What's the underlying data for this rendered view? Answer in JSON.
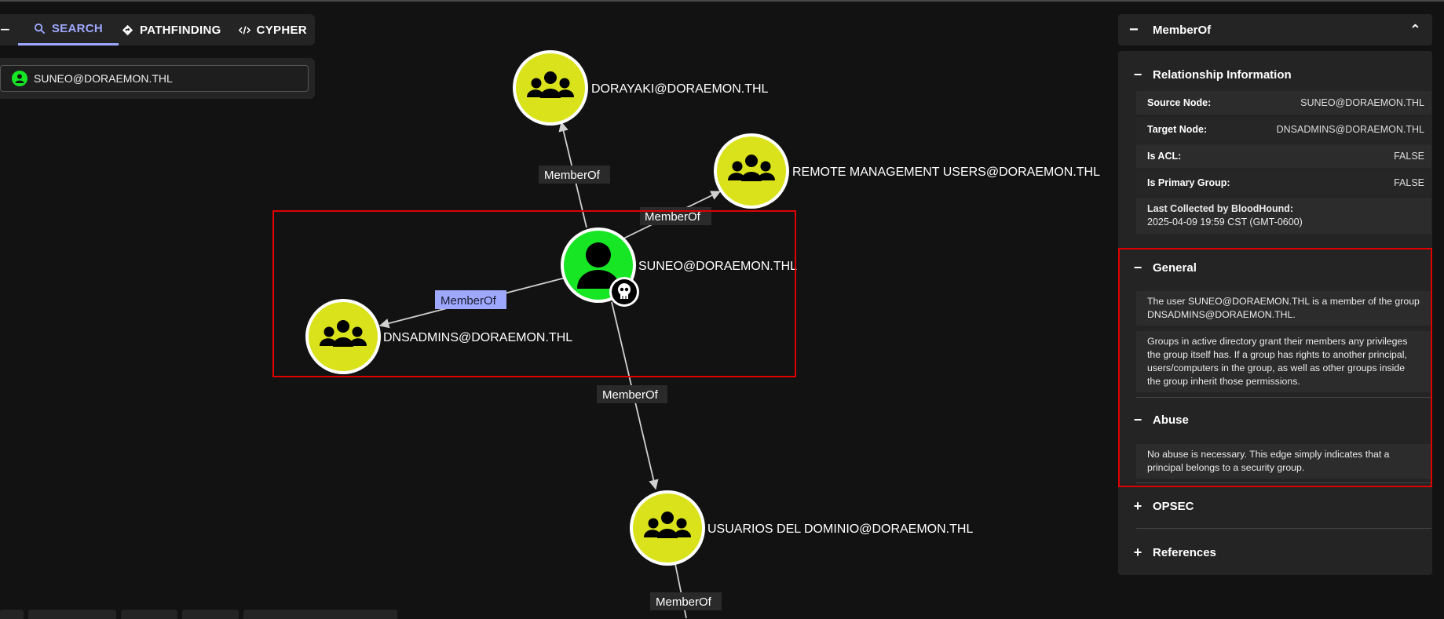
{
  "tabs": {
    "collapse": "−",
    "search": "SEARCH",
    "pathfinding": "PATHFINDING",
    "cypher": "CYPHER"
  },
  "search": {
    "value": "SUNEO@DORAEMON.THL"
  },
  "graph": {
    "nodes": {
      "suneo": "SUNEO@DORAEMON.THL",
      "dorayaki": "DORAYAKI@DORAEMON.THL",
      "remote": "REMOTE MANAGEMENT USERS@DORAEMON.THL",
      "dnsadmins": "DNSADMINS@DORAEMON.THL",
      "usuarios": "USUARIOS DEL DOMINIO@DORAEMON.THL"
    },
    "edges": {
      "to_dorayaki": "MemberOf",
      "to_remote": "MemberOf",
      "to_dnsadmins": "MemberOf",
      "to_usuarios": "MemberOf",
      "from_usuarios": "MemberOf"
    }
  },
  "panel": {
    "title": "MemberOf",
    "relationship": {
      "heading": "Relationship Information",
      "source_key": "Source Node:",
      "source_val": "SUNEO@DORAEMON.THL",
      "target_key": "Target Node:",
      "target_val": "DNSADMINS@DORAEMON.THL",
      "acl_key": "Is ACL:",
      "acl_val": "FALSE",
      "primary_key": "Is Primary Group:",
      "primary_val": "FALSE",
      "collected_key": "Last Collected by BloodHound:",
      "collected_val": "2025-04-09 19:59 CST (GMT-0600)"
    },
    "general": {
      "heading": "General",
      "p1": "The user SUNEO@DORAEMON.THL is a member of the group DNSADMINS@DORAEMON.THL.",
      "p2": "Groups in active directory grant their members any privileges the group itself has. If a group has rights to another principal, users/computers in the group, as well as other groups inside the group inherit those permissions."
    },
    "abuse": {
      "heading": "Abuse",
      "p1": "No abuse is necessary. This edge simply indicates that a principal belongs to a security group."
    },
    "opsec": {
      "heading": "OPSEC"
    },
    "references": {
      "heading": "References"
    }
  },
  "colors": {
    "accent": "#9ea8ff",
    "group_node": "#d9e21a",
    "user_node": "#17e625",
    "highlight": "#e00000"
  },
  "icons": [
    "search-icon",
    "pathfinding-icon",
    "code-icon",
    "user-icon",
    "group-icon",
    "skull-icon",
    "chevrons-up-icon"
  ]
}
